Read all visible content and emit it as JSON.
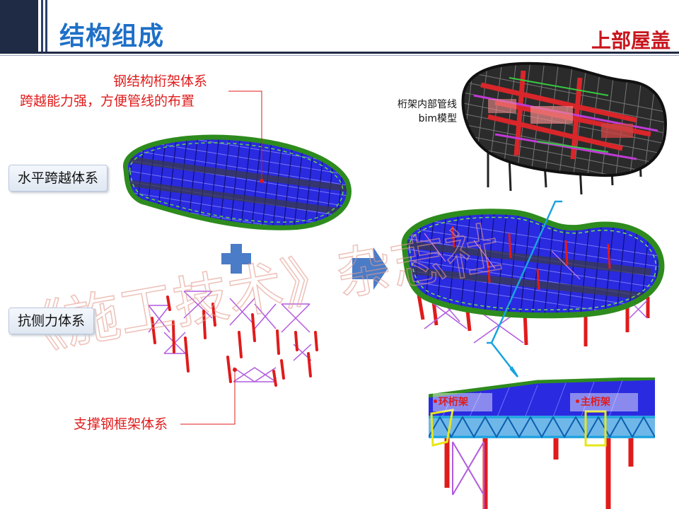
{
  "header": {
    "page_title": "结构组成",
    "section_title": "上部屋盖"
  },
  "notes": {
    "truss_line1": "钢结构桁架体系",
    "truss_line2": "跨越能力强，方便管线的布置",
    "bracing": "支撑钢框架体系"
  },
  "labels": {
    "horizontal": "水平跨越体系",
    "lateral": "抗侧力体系"
  },
  "bim": {
    "line1": "桁架内部管线",
    "line2": "bim模型"
  },
  "detail": {
    "ring_truss": "•环桁架",
    "main_truss": "•主桁架"
  },
  "watermark": "《施工技术》杂志社",
  "colors": {
    "title_blue": "#1e6fc8",
    "accent_red": "#c8161d",
    "truss_blue": "#1a1adb",
    "ring_green": "#2e8b1e",
    "column_red": "#e01b1b",
    "brace_purple": "#b15be0",
    "connector_cyan": "#1aa3e0"
  }
}
